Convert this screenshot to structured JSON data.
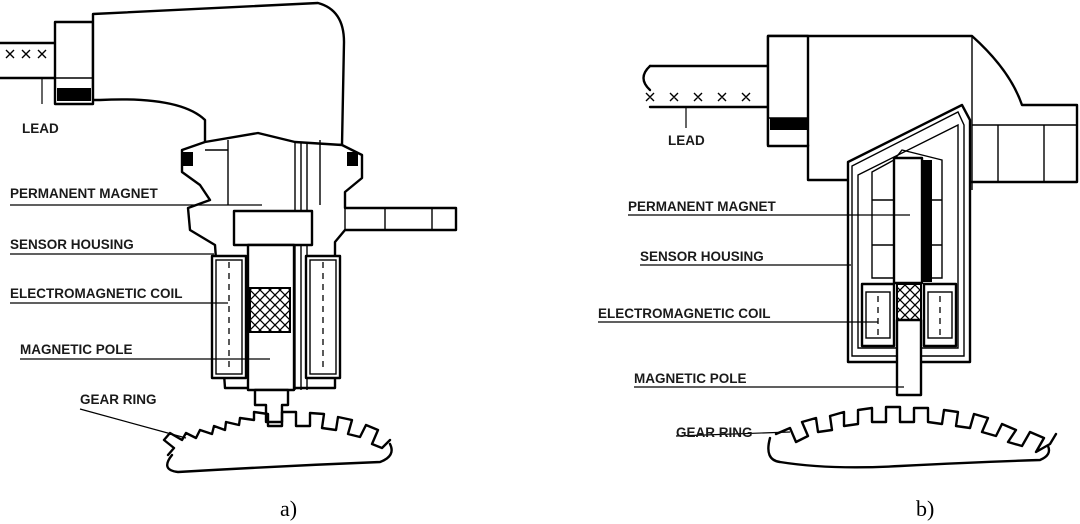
{
  "figure_a": {
    "caption": "a)",
    "labels": {
      "lead": "LEAD",
      "permanent_magnet": "PERMANENT MAGNET",
      "sensor_housing": "SENSOR HOUSING",
      "electromagnetic_coil": "ELECTROMAGNETIC COIL",
      "magnetic_pole": "MAGNETIC POLE",
      "gear_ring": "GEAR RING"
    }
  },
  "figure_b": {
    "caption": "b)",
    "labels": {
      "lead": "LEAD",
      "permanent_magnet": "PERMANENT MAGNET",
      "sensor_housing": "SENSOR HOUSING",
      "electromagnetic_coil": "ELECTROMAGNETIC COIL",
      "magnetic_pole": "MAGNETIC POLE",
      "gear_ring": "GEAR RING"
    }
  }
}
